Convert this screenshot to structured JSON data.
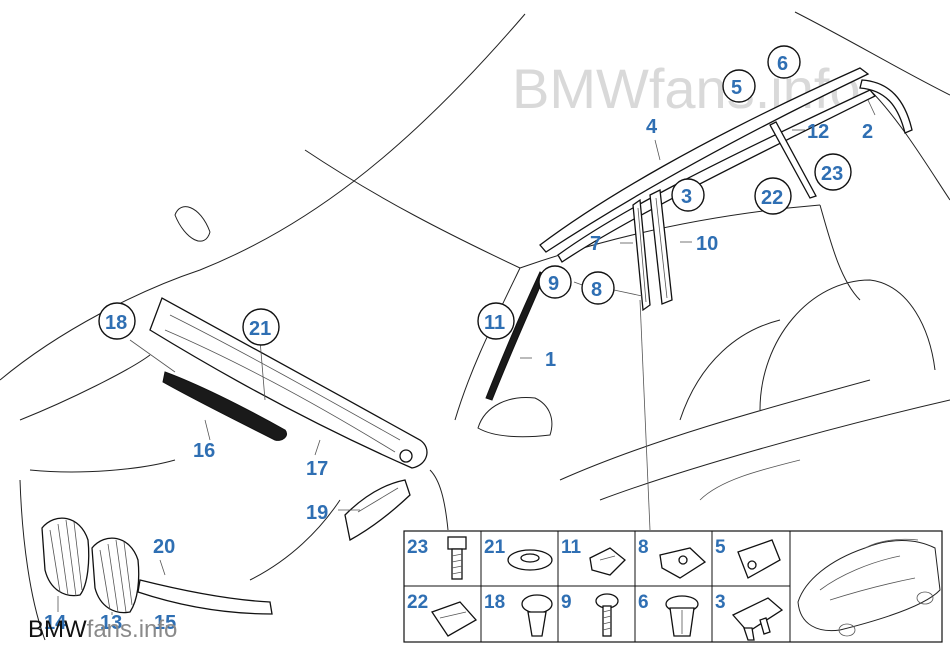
{
  "watermark": {
    "top": "BMWfans.info",
    "bottom_brand": "BMW",
    "bottom_site": "fans.info"
  },
  "colors": {
    "label": "#2f6fb3",
    "line": "#222222",
    "watermark": "#d9d9d9"
  },
  "callouts": {
    "c1": "1",
    "c2": "2",
    "c3": "3",
    "c4": "4",
    "c5": "5",
    "c6": "6",
    "c7": "7",
    "c8": "8",
    "c9": "9",
    "c10": "10",
    "c11": "11",
    "c12": "12",
    "c13": "13",
    "c14": "14",
    "c15": "15",
    "c16": "16",
    "c17": "17",
    "c18": "18",
    "c19": "19",
    "c20": "20",
    "c21": "21",
    "c22": "22",
    "c23": "23"
  },
  "table": {
    "row1": [
      "23",
      "21",
      "11",
      "8",
      "5"
    ],
    "row2": [
      "22",
      "18",
      "9",
      "6",
      "3"
    ]
  }
}
